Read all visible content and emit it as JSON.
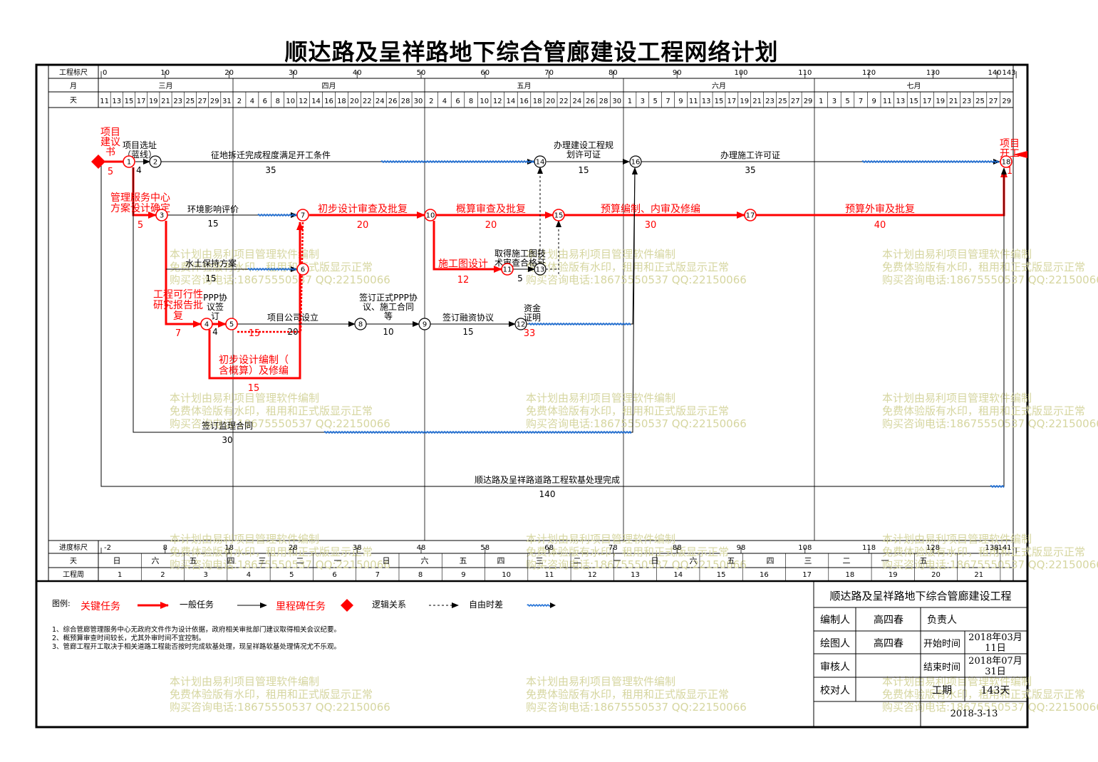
{
  "title": "顺达路及呈祥路地下综合管廊建设工程网络计划",
  "colors": {
    "critical": "#ff0000",
    "normal": "#000000",
    "float": "#1f6fd6",
    "watermark": "#d6d6a0"
  },
  "header": {
    "row_labels": {
      "ruler": "工程标尺",
      "month": "月",
      "day": "天"
    },
    "ruler_ticks": [
      "0",
      "10",
      "20",
      "30",
      "40",
      "50",
      "60",
      "70",
      "80",
      "90",
      "100",
      "110",
      "120",
      "130",
      "140",
      "143"
    ],
    "months": [
      "三月",
      "四月",
      "五月",
      "六月",
      "七月"
    ],
    "days": {
      "march": [
        "11",
        "13",
        "15",
        "17",
        "19",
        "21",
        "23",
        "25",
        "27",
        "29",
        "31"
      ],
      "april": [
        "2",
        "4",
        "6",
        "8",
        "10",
        "12",
        "14",
        "16",
        "18",
        "20",
        "22",
        "24",
        "26",
        "28",
        "30"
      ],
      "may": [
        "2",
        "4",
        "6",
        "8",
        "10",
        "12",
        "14",
        "16",
        "18",
        "20",
        "22",
        "24",
        "26",
        "28",
        "30"
      ],
      "june": [
        "1",
        "3",
        "5",
        "7",
        "9",
        "11",
        "13",
        "15",
        "17",
        "19",
        "21",
        "23",
        "25",
        "27",
        "29"
      ],
      "july": [
        "1",
        "3",
        "5",
        "7",
        "9",
        "11",
        "13",
        "15",
        "17",
        "19",
        "21",
        "23",
        "25",
        "27",
        "29"
      ]
    }
  },
  "milestones": {
    "start": {
      "label": "项目建议书",
      "duration": "5"
    },
    "end": {
      "label": "项目开工",
      "duration": "1"
    }
  },
  "nodes": [
    "1",
    "2",
    "3",
    "4",
    "5",
    "6",
    "7",
    "8",
    "9",
    "10",
    "11",
    "12",
    "13",
    "14",
    "15",
    "16",
    "17",
    "18"
  ],
  "tasks": {
    "site_selection": {
      "label": "项目选址（蓝线）",
      "duration": "4"
    },
    "demolition": {
      "label": "征地拆迁完成程度满足开工条件",
      "duration": "35"
    },
    "planning_permit": {
      "label": "办理建设工程规划许可证",
      "duration": "15"
    },
    "construction_permit": {
      "label": "办理施工许可证",
      "duration": "35"
    },
    "mgmt_center": {
      "label": "管理服务中心方案设计确定",
      "duration": "5"
    },
    "env_impact": {
      "label": "环境影响评价",
      "duration": "15"
    },
    "prelim_review": {
      "label": "初步设计审查及批复",
      "duration": "20"
    },
    "budget_review": {
      "label": "概算审查及批复",
      "duration": "20"
    },
    "budget_prep": {
      "label": "预算编制、内审及修编",
      "duration": "30"
    },
    "budget_external": {
      "label": "预算外审及批复",
      "duration": "40"
    },
    "water_soil": {
      "label": "水土保持方案",
      "duration": "15"
    },
    "drawing_design": {
      "label": "施工图设计",
      "duration": "12"
    },
    "drawing_review": {
      "label": "取得施工图技术审查合格证",
      "duration": "5"
    },
    "feasibility": {
      "label": "工程可行性研究报告批复",
      "duration": "7"
    },
    "ppp_agreement": {
      "label": "PPP协议签订",
      "duration": "4"
    },
    "company_setup": {
      "label": "项目公司设立",
      "duration": "20"
    },
    "dummy_15": {
      "duration": "15"
    },
    "ppp_formal": {
      "label": "签订正式PPP协议、施工合同等",
      "duration": "10"
    },
    "financing": {
      "label": "签订融资协议",
      "duration": "15"
    },
    "fund_proof": {
      "label": "资金证明",
      "duration": "33"
    },
    "prelim_design": {
      "label": "初步设计编制（含概算）及修编",
      "duration": "15"
    },
    "supervision": {
      "label": "签订监理合同",
      "duration": "30"
    },
    "soft_soil": {
      "label": "顺达路及呈祥路道路工程软基处理完成",
      "duration": "140"
    }
  },
  "footer_rows": {
    "labels": {
      "ruler": "进度标尺",
      "weekday": "天",
      "week": "工程周"
    },
    "progress_ticks": [
      "-2",
      "8",
      "18",
      "28",
      "38",
      "48",
      "58",
      "68",
      "78",
      "88",
      "98",
      "108",
      "118",
      "128",
      "138",
      "141"
    ],
    "weekdays": [
      "日",
      "六",
      "五",
      "四",
      "三",
      "二",
      "一",
      "日",
      "六",
      "五",
      "四",
      "三",
      "二",
      "一",
      "日",
      "六",
      "五",
      "四",
      "三",
      "二",
      "一",
      "五"
    ],
    "weeks": [
      "1",
      "2",
      "3",
      "4",
      "5",
      "6",
      "7",
      "8",
      "9",
      "10",
      "11",
      "12",
      "13",
      "14",
      "15",
      "16",
      "17",
      "18",
      "19",
      "20",
      "21"
    ]
  },
  "legend": {
    "title": "图例:",
    "critical": "关键任务",
    "normal": "一般任务",
    "milestone": "里程碑任务",
    "logic": "逻辑关系",
    "float": "自由时差"
  },
  "notes": [
    "1、综合管廊管理服务中心无政府文件作为设计依据，政府相关审批部门建议取得相关会议纪要。",
    "2、概预算审查时间较长，尤其外审时间不宜控制。",
    "3、管廊工程开工取决于相关道路工程能否按时完成软基处理，现呈祥路软基处理情况尤不乐观。"
  ],
  "info_table": {
    "project": "顺达路及呈祥路地下综合管廊建设工程",
    "editor_label": "编制人",
    "editor": "高四春",
    "owner_label": "负责人",
    "owner": "",
    "drawer_label": "绘图人",
    "drawer": "高四春",
    "start_label": "开始时间",
    "start_date": "2018年03月11日",
    "reviewer_label": "审核人",
    "reviewer": "",
    "end_label": "结束时间",
    "end_date": "2018年07月31日",
    "checker_label": "校对人",
    "checker": "",
    "duration_label": "工期",
    "duration": "143天",
    "print_date": "2018-3-13"
  },
  "watermark": [
    "本计划由易利项目管理软件编制",
    "免费体验版有水印，租用和正式版显示正常",
    "购买咨询电话:18675550537 QQ:22150066"
  ]
}
